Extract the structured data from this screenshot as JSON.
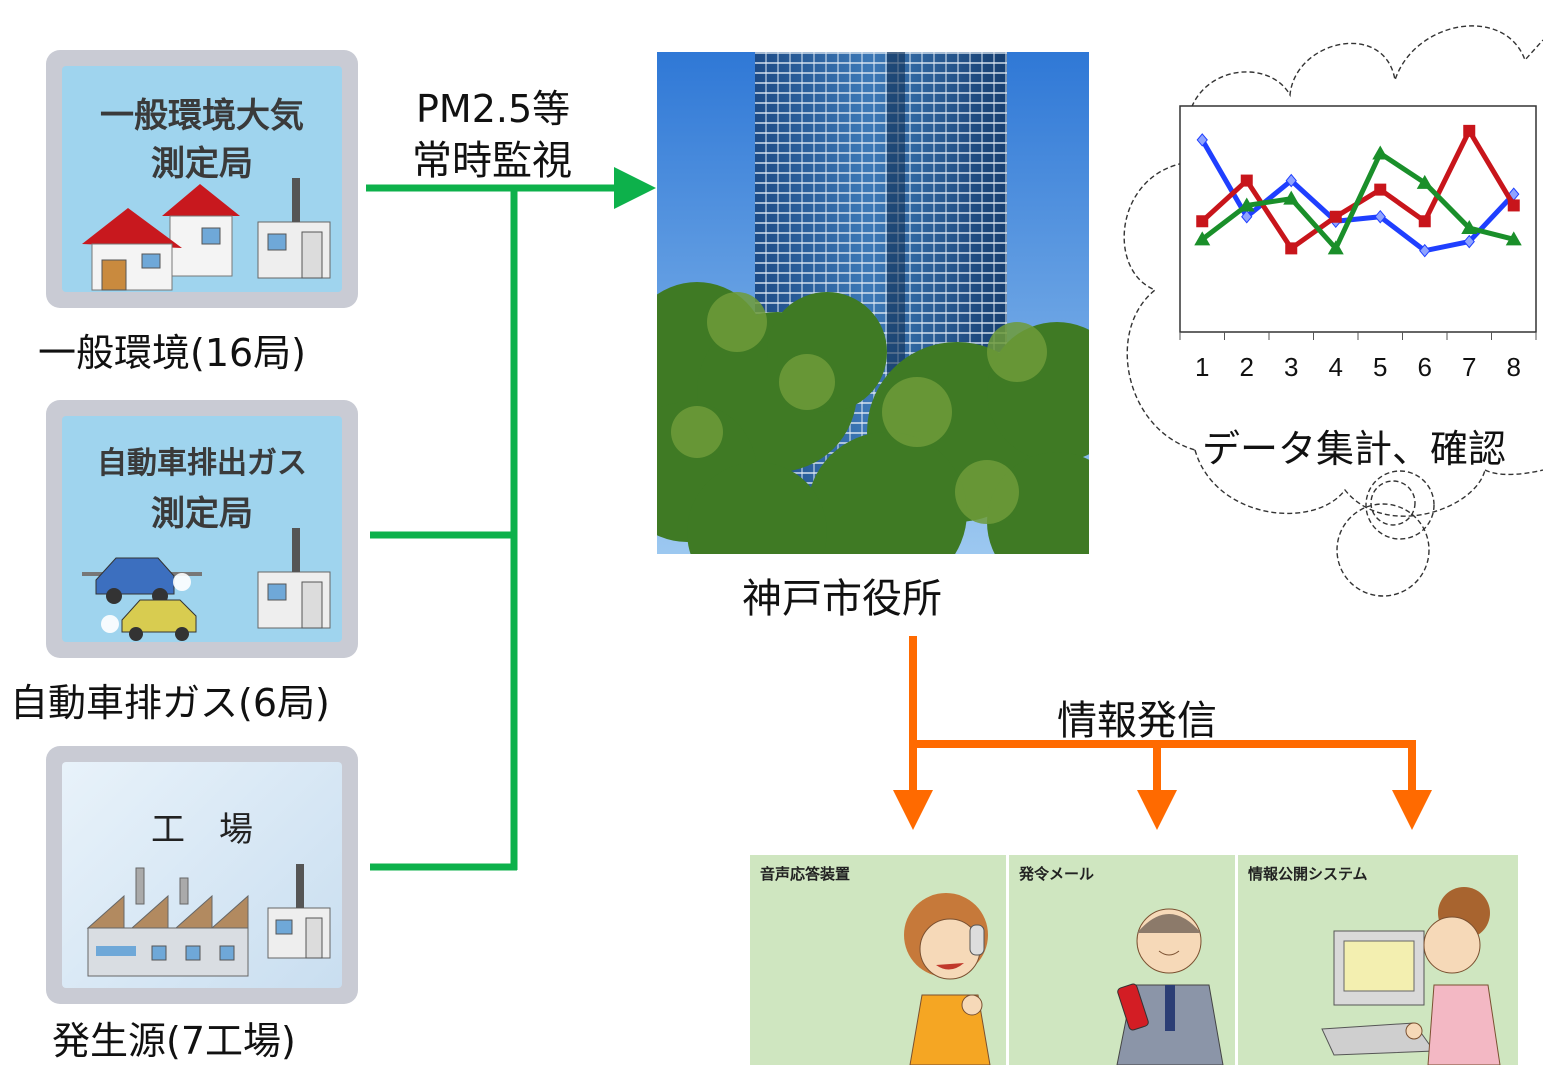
{
  "stations": [
    {
      "panel_line1": "一般環境大気",
      "panel_line2": "測定局",
      "caption": "一般環境(16局)"
    },
    {
      "panel_line1": "自動車排出ガス",
      "panel_line2": "測定局",
      "caption": "自動車排ガス(6局)"
    },
    {
      "panel_line1": "工　場",
      "caption": "発生源(7工場)"
    }
  ],
  "monitor_label": {
    "line1": "PM2.5等",
    "line2": "常時監視"
  },
  "city_hall": {
    "caption": "神戸市役所"
  },
  "thought": {
    "caption": "データ集計、確認"
  },
  "broadcast_label": "情報発信",
  "services": [
    {
      "label": "音声応答装置"
    },
    {
      "label": "発令メール"
    },
    {
      "label": "情報公開システム"
    }
  ],
  "colors": {
    "green": "#0db14b",
    "orange": "#ff6a00",
    "series_blue": "#1f3fff",
    "series_red": "#c8151b",
    "series_green": "#1a8f2a"
  },
  "chart_data": {
    "type": "line",
    "x": [
      1,
      2,
      3,
      4,
      5,
      6,
      7,
      8
    ],
    "x_tick_labels": [
      "1",
      "2",
      "3",
      "4",
      "5",
      "6",
      "7",
      "8"
    ],
    "ylim": [
      0,
      10
    ],
    "grid": false,
    "series": [
      {
        "color": "blue",
        "marker": "diamond",
        "values": [
          8.5,
          5.1,
          6.7,
          4.9,
          5.1,
          3.6,
          4.0,
          6.1
        ]
      },
      {
        "color": "red",
        "marker": "square",
        "values": [
          4.9,
          6.7,
          3.7,
          5.1,
          6.3,
          4.9,
          8.9,
          5.6
        ]
      },
      {
        "color": "green",
        "marker": "triangle",
        "values": [
          4.1,
          5.6,
          5.9,
          3.7,
          7.9,
          6.6,
          4.6,
          4.1
        ]
      }
    ]
  }
}
